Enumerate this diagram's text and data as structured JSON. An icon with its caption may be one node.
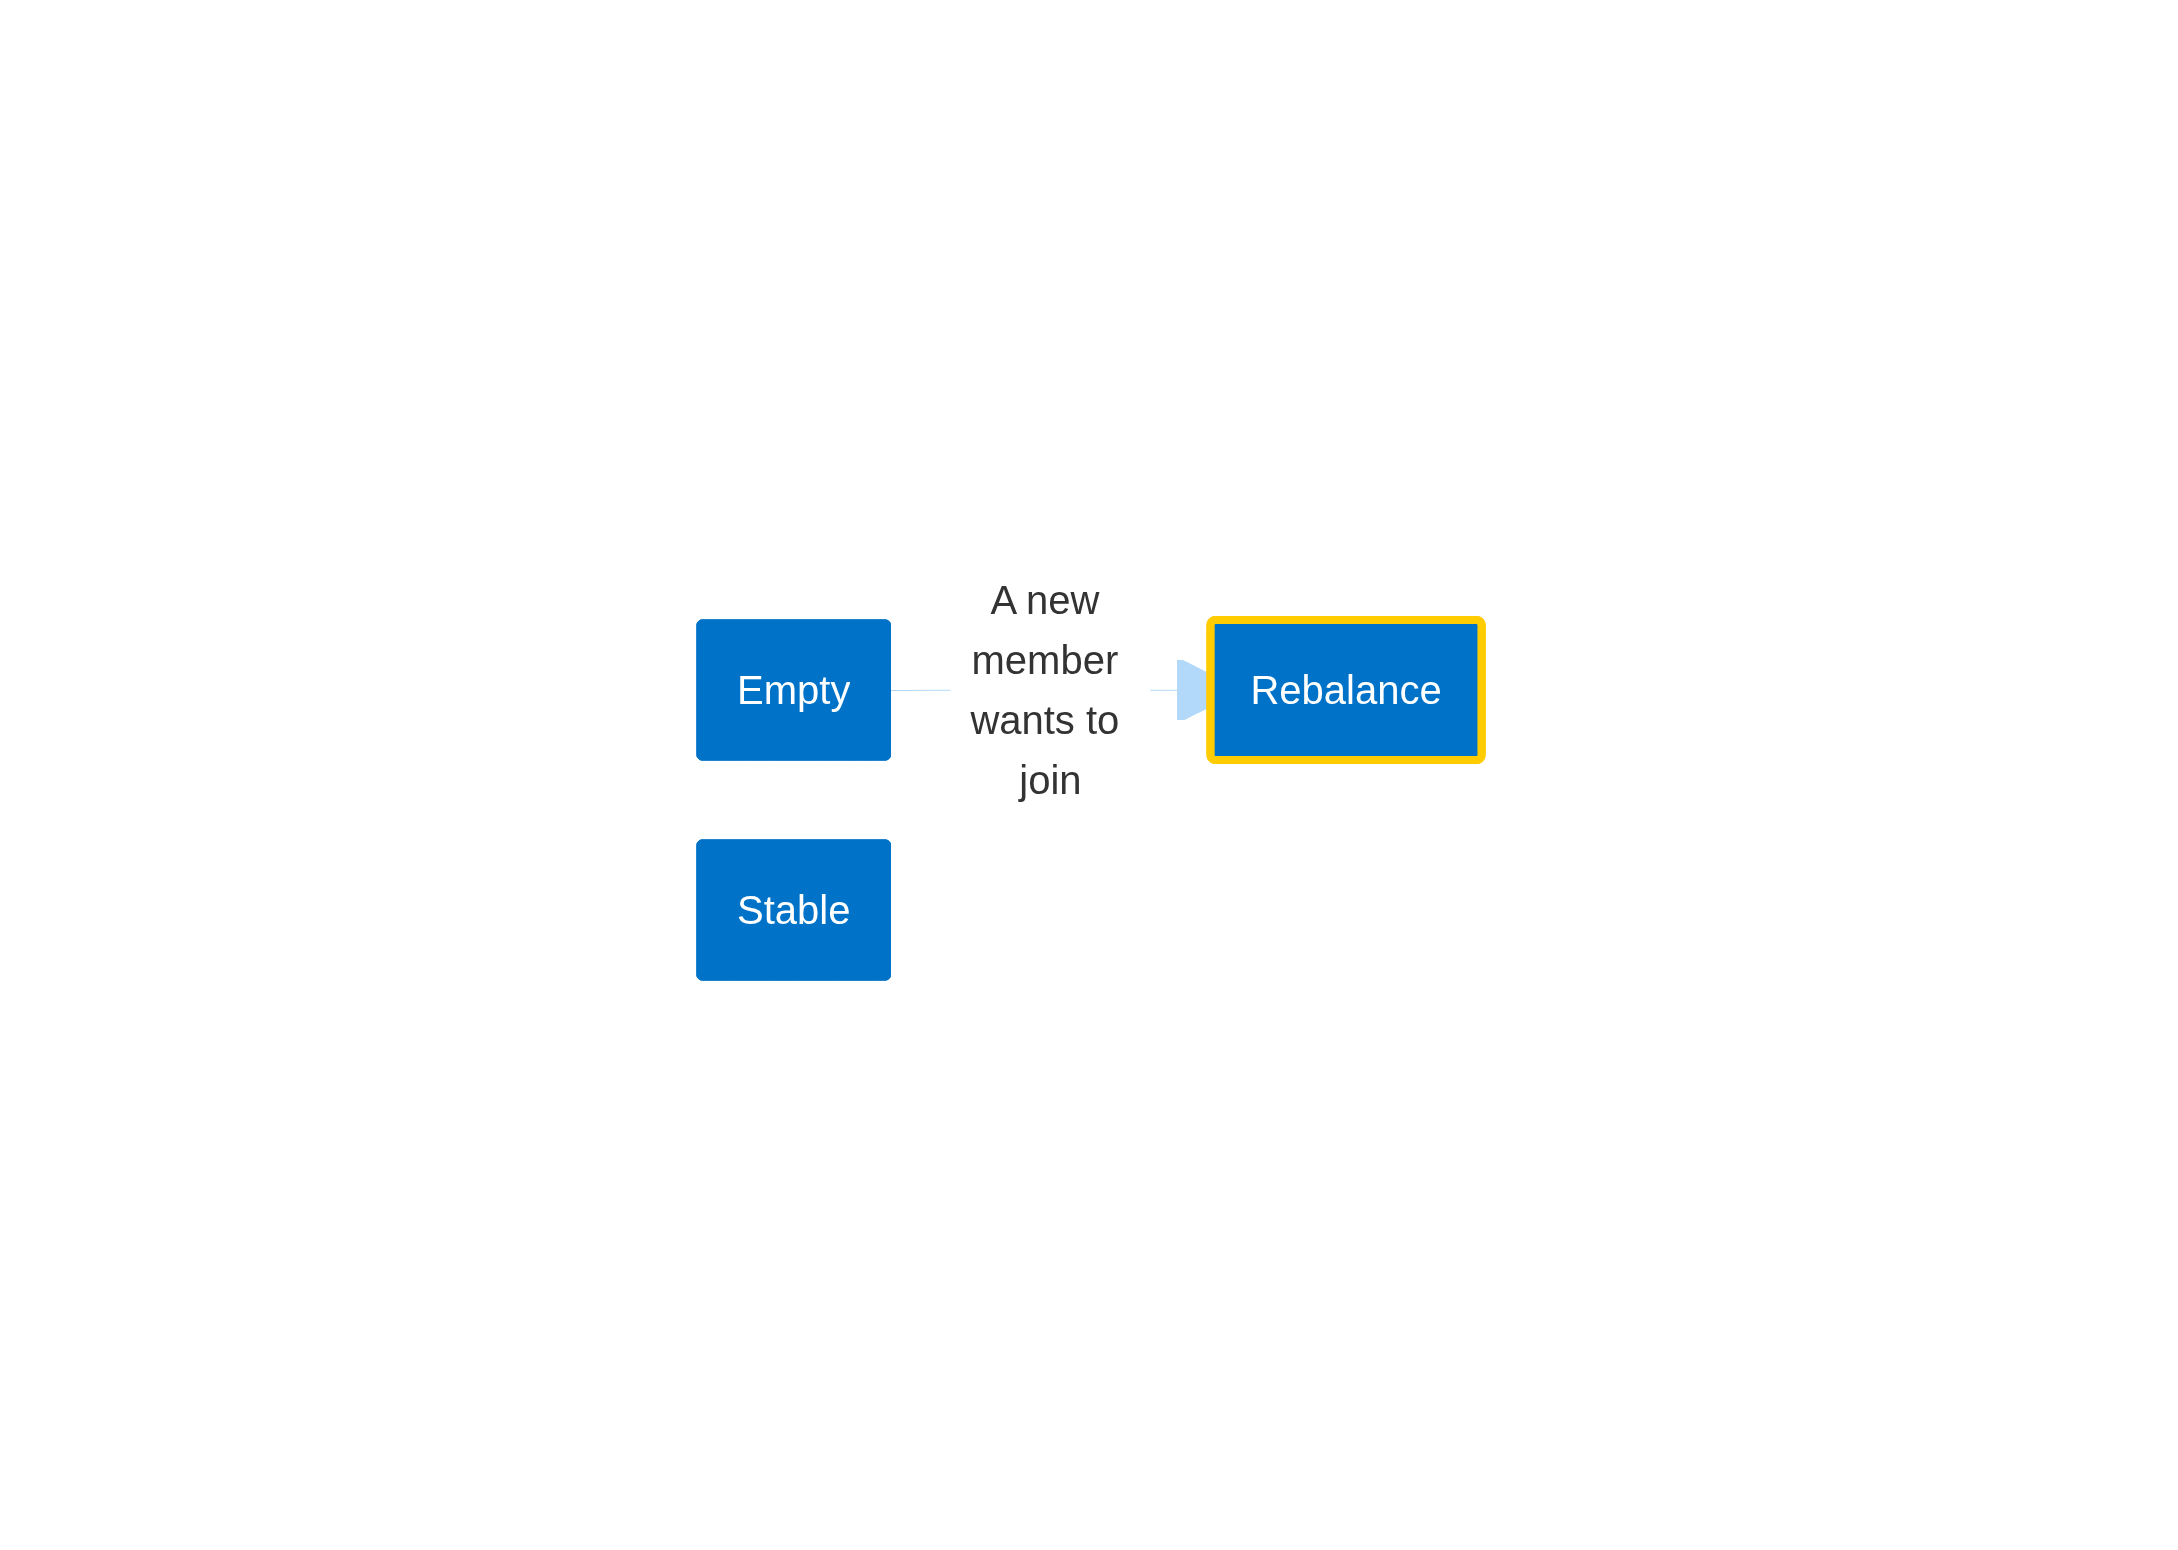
{
  "diagram": {
    "nodes": [
      {
        "text": [
          "Empty"
        ]
      },
      {
        "text": [
          "Rebalance"
        ]
      },
      {
        "text": [
          "Stable"
        ]
      }
    ],
    "edges": [
      {
        "from": 0,
        "to": 1,
        "arrow": "to",
        "label": "A new member wants to join",
        "color": "#b3d9fa"
      }
    ]
  }
}
